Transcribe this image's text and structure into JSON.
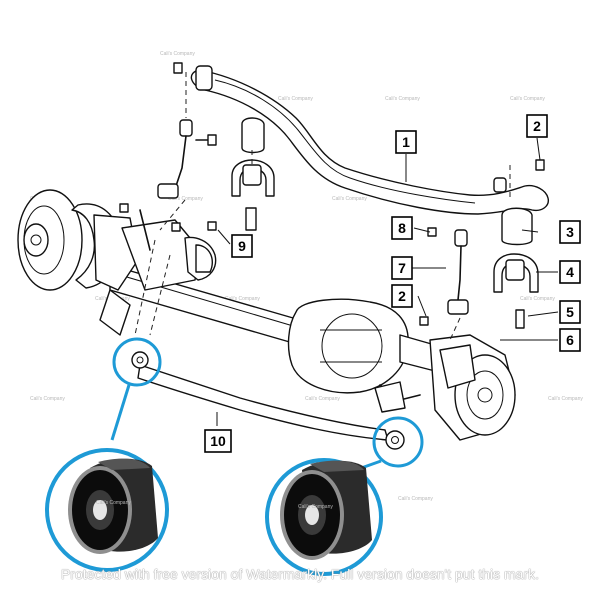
{
  "diagram": {
    "callouts": [
      {
        "id": "1",
        "label": "1"
      },
      {
        "id": "2a",
        "label": "2"
      },
      {
        "id": "2b",
        "label": "2"
      },
      {
        "id": "3",
        "label": "3"
      },
      {
        "id": "4",
        "label": "4"
      },
      {
        "id": "5",
        "label": "5"
      },
      {
        "id": "6",
        "label": "6"
      },
      {
        "id": "7",
        "label": "7"
      },
      {
        "id": "8",
        "label": "8"
      },
      {
        "id": "9",
        "label": "9"
      },
      {
        "id": "10",
        "label": "10"
      }
    ],
    "small_watermark": "Cali's Company",
    "bottom_watermark": "Protected with free version of Watermarkly. Full version doesn't put this mark.",
    "colors": {
      "highlight": "#1e9ad6",
      "ink": "#111111",
      "bushing_shell": "#2b2b2b",
      "bushing_rubber": "#0c0c0c"
    }
  }
}
